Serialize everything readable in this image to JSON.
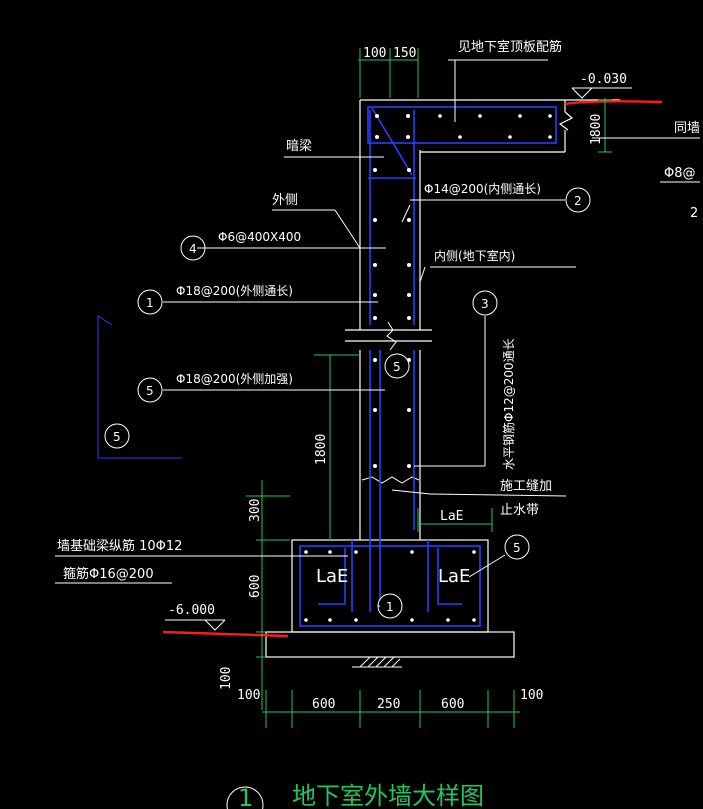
{
  "labels": {
    "see_roof": "见地下室顶板配筋",
    "elev_top": "-0.030",
    "h_1800_top": "1800",
    "side_cut": [
      "同墙",
      "Φ8@",
      "2"
    ],
    "dark_beam": "暗梁",
    "outer_side": "外侧",
    "inner_bar": "Φ14@200(内侧通长)",
    "tie_bar": "Φ6@400X400",
    "inner_side": "内侧(地下室内)",
    "outer_bar": "Φ18@200(外侧通长)",
    "outer_add_bar": "Φ18@200(外侧加强)",
    "horiz_bar": "水平钢筋Φ12@200通长",
    "h_1800_mid": "1800",
    "const_joint": "施工缝加",
    "water_stop": "止水带",
    "beam_long": "墙基础梁纵筋 10Φ12",
    "stirrup": "箍筋Φ16@200",
    "elev_bottom": "-6.000",
    "lae": "LaE",
    "title": "地下室外墙大样图"
  },
  "dims": {
    "top": [
      "100",
      "150"
    ],
    "left": [
      "300",
      "600",
      "100"
    ],
    "bottom": [
      "100",
      "600",
      "250",
      "600",
      "100"
    ]
  },
  "callouts": [
    "1",
    "2",
    "3",
    "4",
    "5"
  ],
  "title_number": "1",
  "colors": {
    "background": "#000000",
    "outline": "#ffffff",
    "rebar": "#2b3cff",
    "dimension": "#22c55e",
    "elevation_mark": "#ff1a1a"
  }
}
